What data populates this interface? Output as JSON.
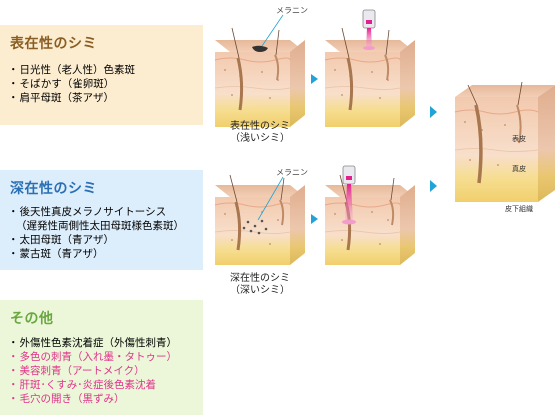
{
  "panels": {
    "superficial": {
      "title": "表在性のシミ",
      "items": [
        "日光性（老人性）色素斑",
        "そばかす（雀卵斑）",
        "肩平母斑（茶アザ）"
      ]
    },
    "deep": {
      "title": "深在性のシミ",
      "items": [
        {
          "line1": "後天性真皮メラノサイトーシス",
          "line2": "（遅発性両側性太田母斑様色素斑）"
        },
        "太田母斑（青アザ）",
        "蒙古斑（青アザ）"
      ]
    },
    "other": {
      "title": "その他",
      "items": [
        "外傷性色素沈着症（外傷性刺青）",
        "多色の刺青（入れ墨・タトゥー）",
        "美容刺青（アートメイク）",
        "肝斑･くすみ･炎症後色素沈着",
        "毛穴の開き（黒ずみ）"
      ]
    }
  },
  "diagram": {
    "melanin_label": "メラニン",
    "caption_superficial": {
      "line1": "表在性のシミ",
      "line2": "（浅いシミ）"
    },
    "caption_deep": {
      "line1": "深在性のシミ",
      "line2": "（深いシミ）"
    },
    "layers": {
      "epidermis": "表皮",
      "dermis": "真皮",
      "subcutaneous": "皮下組織"
    }
  },
  "colors": {
    "skin_top": "#f0cdb6",
    "skin_mid": "#f7dcc6",
    "fat": "#f6dd8f",
    "arrow": "#22a3d8",
    "laser": "#e2208c",
    "pink_text": "#e0338b"
  }
}
